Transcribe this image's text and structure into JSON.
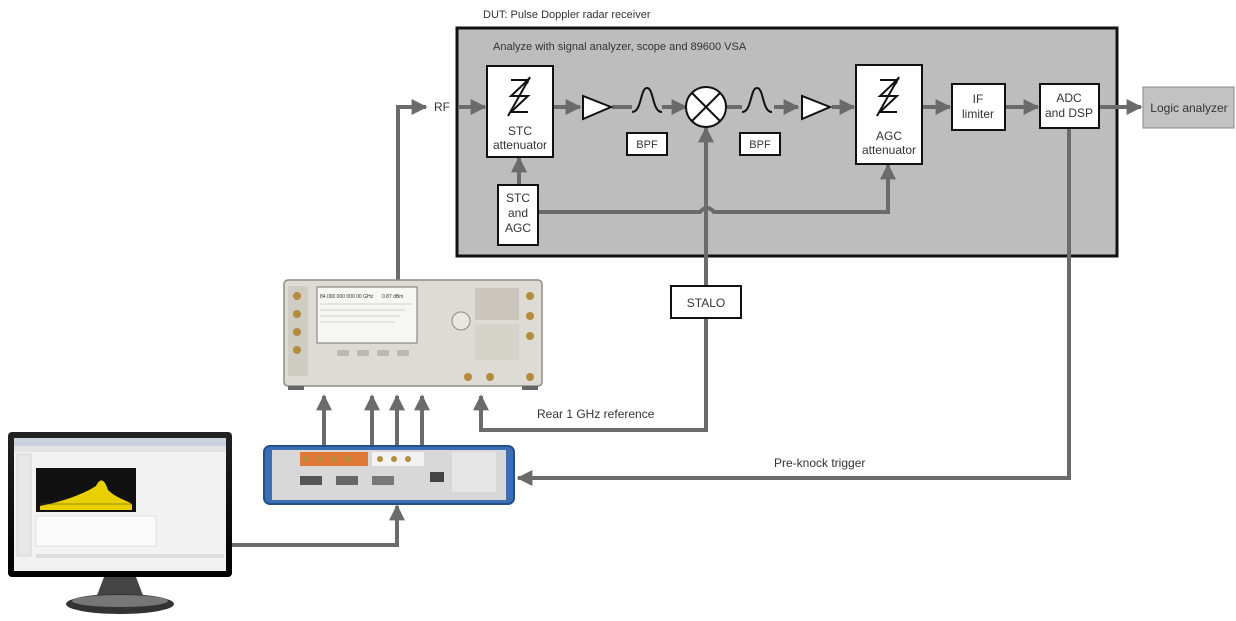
{
  "dut": {
    "title": "DUT: Pulse Doppler radar receiver",
    "subtitle": "Analyze with signal analyzer, scope and 89600 VSA"
  },
  "labels": {
    "rf": "RF",
    "stc_attenuator": [
      "STC",
      "attenuator"
    ],
    "bpf_1": "BPF",
    "bpf_2": "BPF",
    "stc_agc": [
      "STC",
      "and",
      "AGC"
    ],
    "agc_attenuator": [
      "AGC",
      "attenuator"
    ],
    "if_limiter": [
      "IF",
      "limiter"
    ],
    "adc_dsp": [
      "ADC",
      "and DSP"
    ],
    "logic_analyzer": "Logic analyzer",
    "stalo": "STALO",
    "rear_ref": "Rear 1 GHz reference",
    "pre_knock": "Pre-knock trigger"
  },
  "signal_generator": {
    "frequency_display": "84.000 000 000 00 GHz",
    "amplitude_display": "0.87 dBm"
  },
  "colors": {
    "dut_fill": "#bdbdbe",
    "arrow": "#6b6b6b",
    "block_fill": "#ffffff",
    "instrument": "#dedbd4",
    "chassis": "#3a6fb5",
    "spectrum": "#e9d000"
  }
}
